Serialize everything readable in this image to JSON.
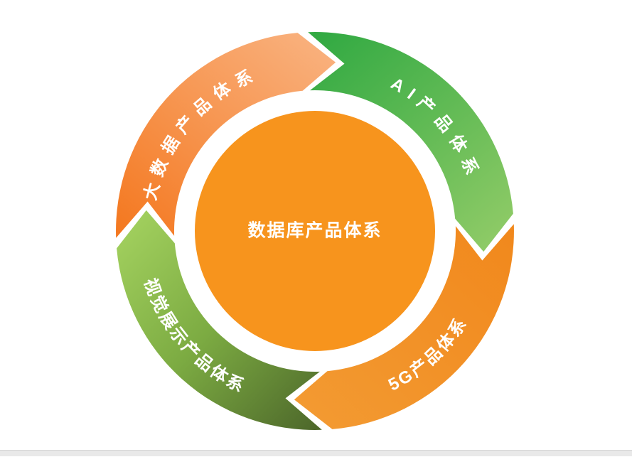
{
  "diagram": {
    "type": "cycle",
    "direction": "clockwise",
    "background": "#ffffff",
    "center": {
      "label": "数据库产品体系",
      "color": "#f7941d",
      "text_color": "#ffffff"
    },
    "label_text_color": "#ffffff",
    "segments": [
      {
        "name": "big-data-product-system",
        "label": "大数据产品体系",
        "position": "top-left",
        "gradient": [
          "#f4771e",
          "#f9b07c"
        ]
      },
      {
        "name": "ai-product-system",
        "label": "AI产品体系",
        "position": "top-right",
        "gradient": [
          "#33aa43",
          "#90cb67"
        ]
      },
      {
        "name": "5g-product-system",
        "label": "5G产品体系",
        "position": "bottom-right",
        "gradient": [
          "#f1881c",
          "#f39b33"
        ]
      },
      {
        "name": "visual-display-product-system",
        "label": "视觉展示产品体系",
        "position": "bottom-left",
        "gradient": [
          "#a6d461",
          "#7cab42",
          "#4c662a"
        ]
      }
    ]
  },
  "footer_strip": {
    "color": "#e9e9e9"
  }
}
